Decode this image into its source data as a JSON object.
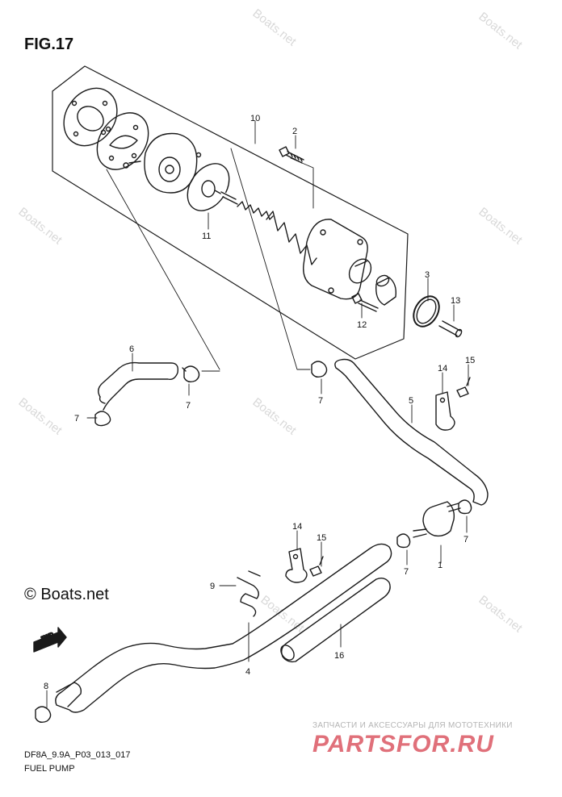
{
  "figure": {
    "title": "FIG.17",
    "code": "DF8A_9.9A_P03_013_017",
    "caption": "FUEL PUMP"
  },
  "copyright": {
    "symbol": "©",
    "text": "Boats.net"
  },
  "watermark": "Boats.net",
  "fwd_label": "FWD",
  "callouts": [
    "10",
    "2",
    "11",
    "3",
    "13",
    "12",
    "6",
    "7",
    "7",
    "14",
    "15",
    "5",
    "7",
    "7",
    "14",
    "15",
    "9",
    "7",
    "1",
    "4",
    "16",
    "8"
  ],
  "ad": {
    "line": "ЗАПЧАСТИ И АКСЕССУАРЫ ДЛЯ МОТОТЕХНИКИ",
    "brand": "PARTSFOR.RU"
  },
  "colors": {
    "ink": "#1a1a1a",
    "watermark": "#d9d9d9",
    "ad_brand": "#e0707a",
    "ad_text": "#b4b4b4"
  }
}
